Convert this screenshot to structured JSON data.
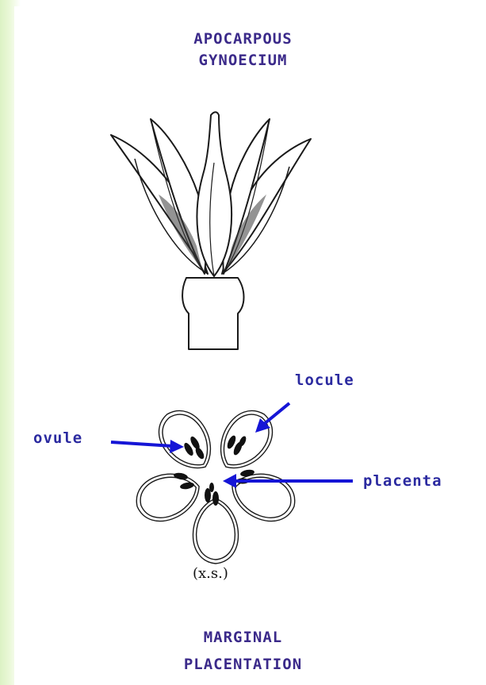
{
  "top_title": {
    "line1": "APOCARPOUS",
    "line2": "GYNOECIUM"
  },
  "bottom_title": {
    "line1": "MARGINAL",
    "line2": "PLACENTATION"
  },
  "labels": {
    "locule": "locule",
    "ovule": "ovule",
    "placenta": "placenta",
    "section_note": "(x.s.)"
  },
  "colors": {
    "title": "#3b2a8a",
    "label": "#2b2aa0",
    "arrow": "#1515d6",
    "drawing": "#1a1a1a",
    "side_gradient": "#dcf2c4"
  }
}
